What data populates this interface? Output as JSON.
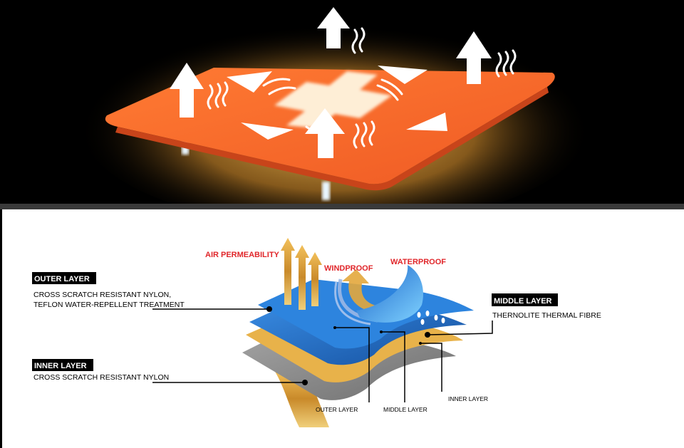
{
  "labels": {
    "air_permeability": "AIR PERMEABILITY",
    "windproof": "WINDPROOF",
    "waterproof": "WATERPROOF",
    "outer_layer_title": "OUTER LAYER",
    "outer_layer_desc_1": "CROSS SCRATCH RESISTANT NYLON,",
    "outer_layer_desc_2": "TEFLON WATER-REPELLENT TREATMENT",
    "inner_layer_title": "INNER LAYER",
    "inner_layer_desc": "CROSS SCRATCH RESISTANT NYLON",
    "middle_layer_title": "MIDDLE LAYER",
    "middle_layer_desc": "THERNOLITE THERMAL FIBRE",
    "callout_outer": "OUTER LAYER",
    "callout_middle": "MIDDLE LAYER",
    "callout_inner": "INNER LAYER"
  },
  "colors": {
    "accent_red": "#e0262a",
    "heat_orange": "#f4672a",
    "glow_yellow": "#ffc44a",
    "layer_blue": "#1f6fc9",
    "layer_grey": "#8c8c8c",
    "label_bg": "#000000"
  }
}
